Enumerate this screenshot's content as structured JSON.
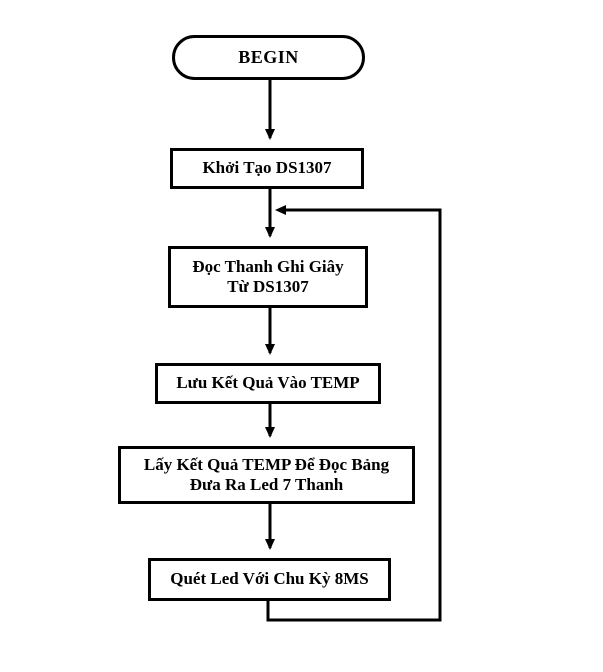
{
  "diagram": {
    "title": "Flowchart DS1307 Led 7 Thanh",
    "background_color": "#ffffff",
    "line_color": "#000000",
    "text_color": "#000000",
    "nodes": [
      {
        "id": "begin",
        "shape": "terminator",
        "label": "BEGIN"
      },
      {
        "id": "init",
        "shape": "process",
        "label": "Khởi Tạo DS1307"
      },
      {
        "id": "read",
        "shape": "process",
        "label": "Đọc Thanh Ghi Giây\nTừ DS1307"
      },
      {
        "id": "store",
        "shape": "process",
        "label": "Lưu Kết Quả Vào TEMP"
      },
      {
        "id": "lookup",
        "shape": "process",
        "label": "Lấy Kết Quả TEMP Để Đọc Bảng\nĐưa Ra Led 7 Thanh"
      },
      {
        "id": "scan",
        "shape": "process",
        "label": "Quét Led Với Chu Kỳ 8MS"
      }
    ],
    "edges": [
      {
        "from": "begin",
        "to": "init",
        "type": "straight-down",
        "arrow": "down"
      },
      {
        "from": "init",
        "to": "read",
        "type": "straight-down",
        "arrow": "down"
      },
      {
        "from": "read",
        "to": "store",
        "type": "straight-down",
        "arrow": "down"
      },
      {
        "from": "store",
        "to": "lookup",
        "type": "straight-down",
        "arrow": "down"
      },
      {
        "from": "lookup",
        "to": "scan",
        "type": "straight-down",
        "arrow": "down"
      },
      {
        "from": "scan",
        "to": "read",
        "type": "feedback-loop",
        "arrow": "left"
      }
    ]
  }
}
